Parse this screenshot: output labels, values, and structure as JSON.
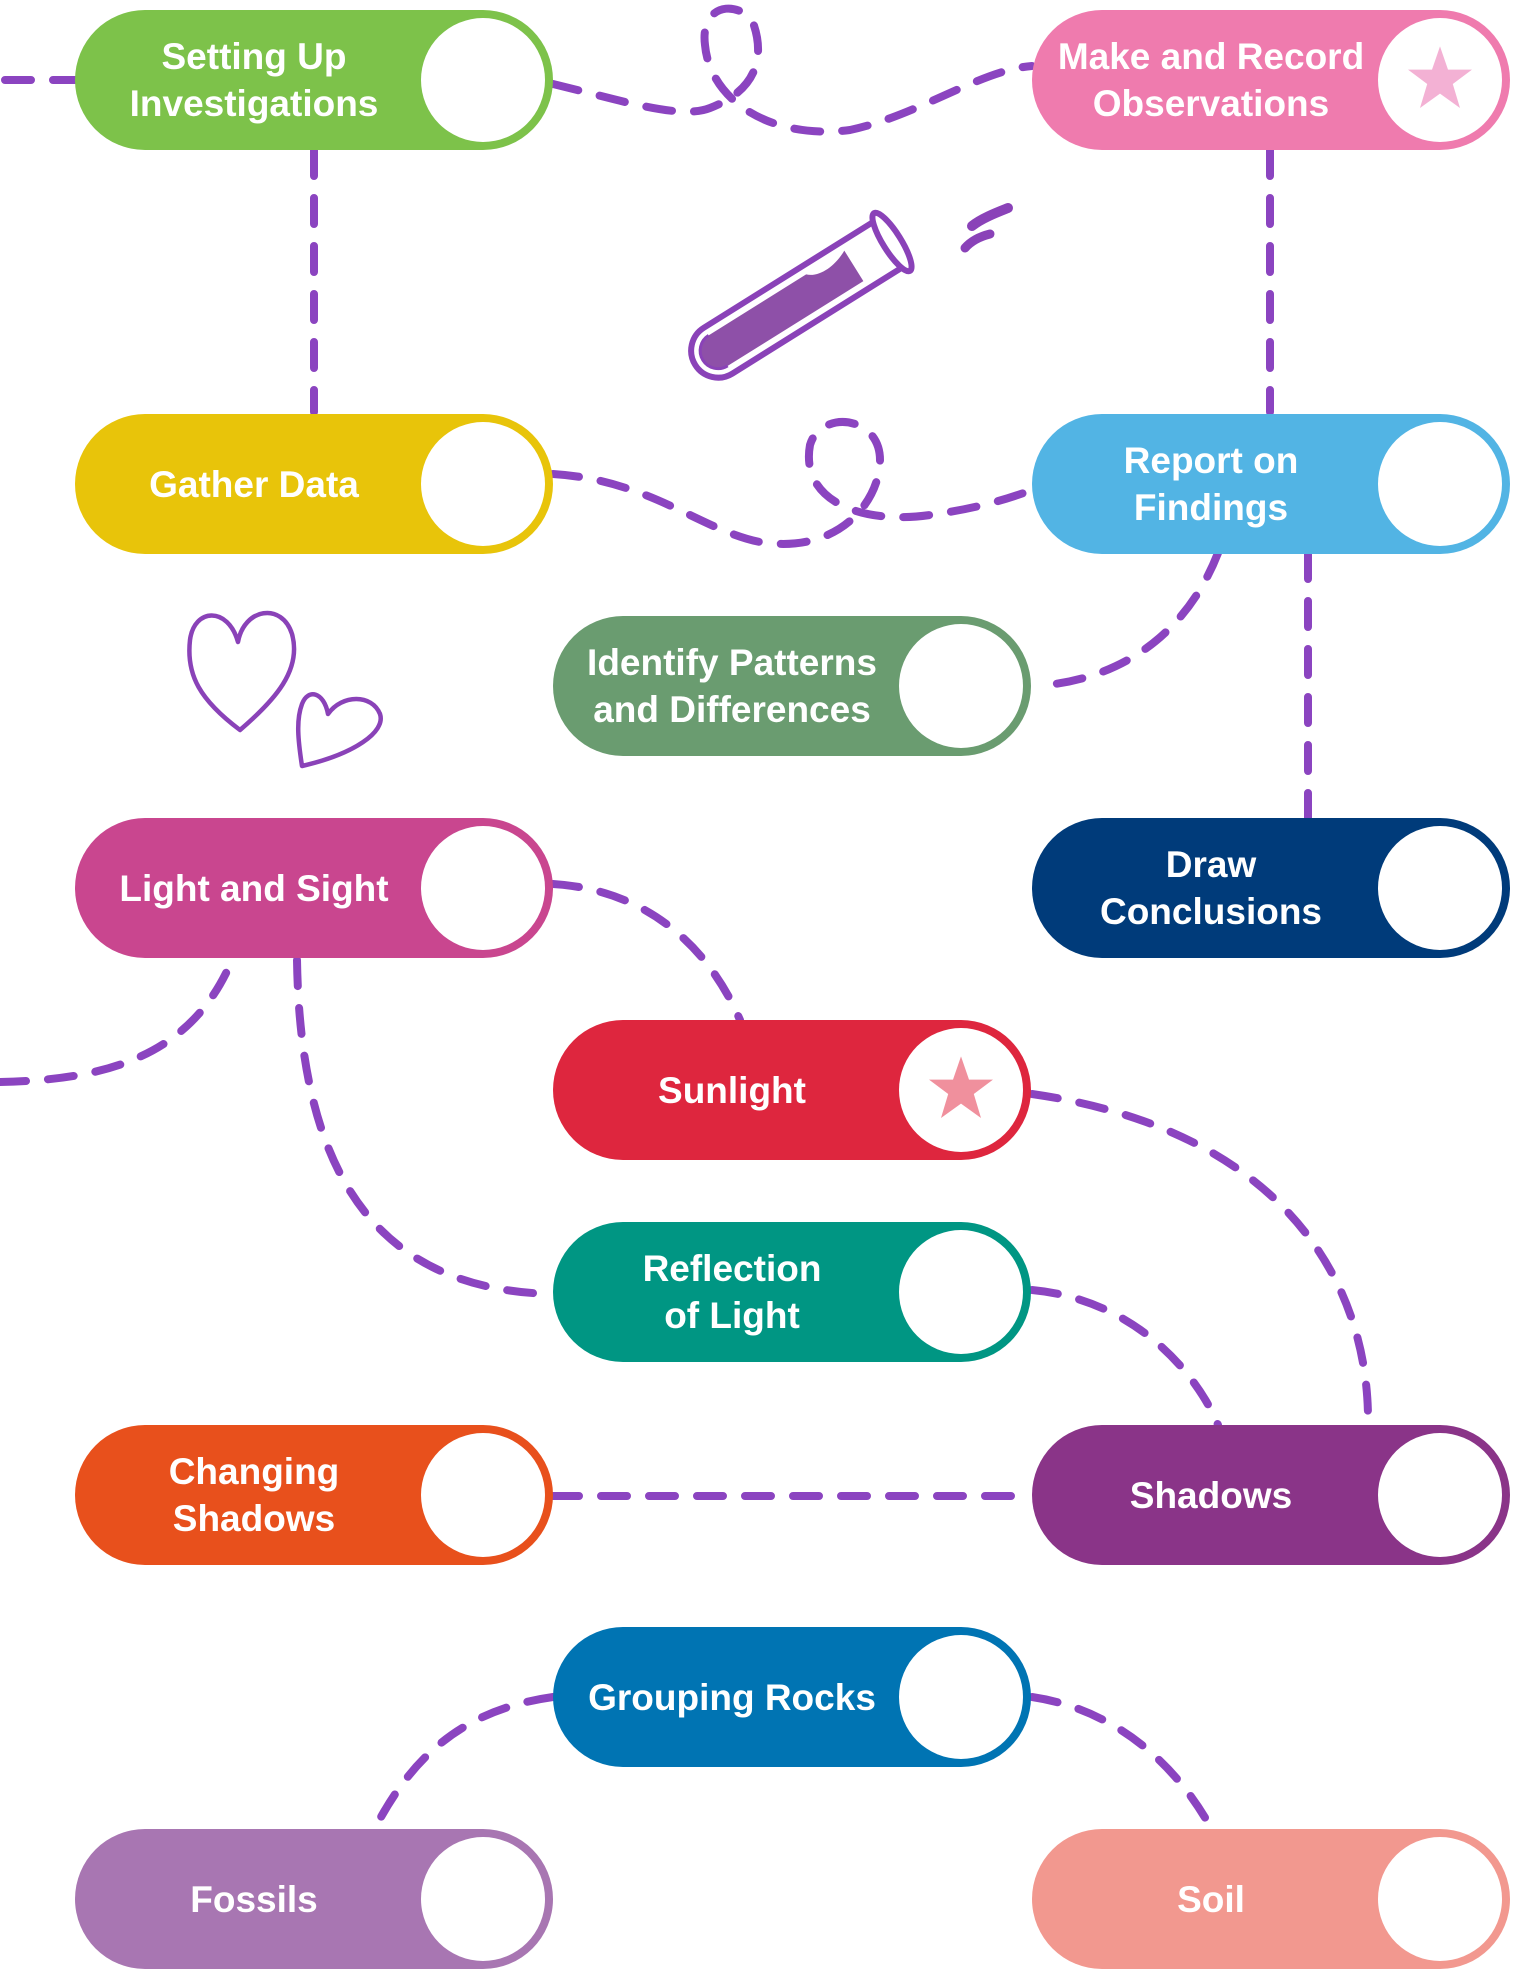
{
  "colors": {
    "dash": "#8b44c0",
    "purple_ink": "#8a42b8",
    "star_pink": "#f3b1d4",
    "star_red": "#f0909d",
    "tube_fill": "#8e50a8"
  },
  "nodes": {
    "setup": {
      "label": "Setting Up\nInvestigations",
      "color": "#7dc24a",
      "circle_icon": ""
    },
    "observe": {
      "label": "Make and Record\nObservations",
      "color": "#ef7bae",
      "circle_icon": "star-icon"
    },
    "gather": {
      "label": "Gather Data",
      "color": "#e8c40a",
      "circle_icon": ""
    },
    "report": {
      "label": "Report on\nFindings",
      "color": "#52b4e4",
      "circle_icon": ""
    },
    "patterns": {
      "label": "Identify Patterns\nand Differences",
      "color": "#6a9c70",
      "circle_icon": ""
    },
    "conclude": {
      "label": "Draw\nConclusions",
      "color": "#003b7a",
      "circle_icon": ""
    },
    "light": {
      "label": "Light and Sight",
      "color": "#c9468f",
      "circle_icon": ""
    },
    "sunlight": {
      "label": "Sunlight",
      "color": "#de263e",
      "circle_icon": "star-icon"
    },
    "reflection": {
      "label": "Reflection\nof Light",
      "color": "#009683",
      "circle_icon": ""
    },
    "changing": {
      "label": "Changing\nShadows",
      "color": "#e8501c",
      "circle_icon": ""
    },
    "shadows": {
      "label": "Shadows",
      "color": "#8a3488",
      "circle_icon": ""
    },
    "rocks": {
      "label": "Grouping Rocks",
      "color": "#0074b3",
      "circle_icon": ""
    },
    "fossils": {
      "label": "Fossils",
      "color": "#a876b2",
      "circle_icon": ""
    },
    "soil": {
      "label": "Soil",
      "color": "#f2988f",
      "circle_icon": ""
    }
  },
  "decorations": [
    "test-tube-icon",
    "heart-icon",
    "heart-icon"
  ]
}
